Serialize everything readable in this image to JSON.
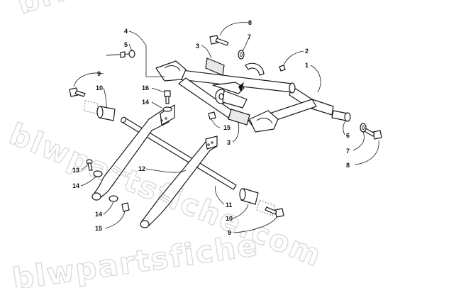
{
  "watermark": {
    "top": "blwpartsfiche.com",
    "middle": "blwpartsfiche.com",
    "bottom": "blwpartsfiche"
  },
  "callouts": {
    "c1": "1",
    "c2": "2",
    "c3a": "3",
    "c3b": "3",
    "c4": "4",
    "c5": "5",
    "c6": "6",
    "c7a": "7",
    "c7b": "7",
    "c8a": "8",
    "c8b": "8",
    "c9a": "9",
    "c9b": "9",
    "c10a": "10",
    "c10b": "10",
    "c11": "11",
    "c12": "12",
    "c13": "13",
    "c14a": "14",
    "c14b": "14",
    "c14c": "14",
    "c15a": "15",
    "c15b": "15",
    "c16": "16"
  }
}
